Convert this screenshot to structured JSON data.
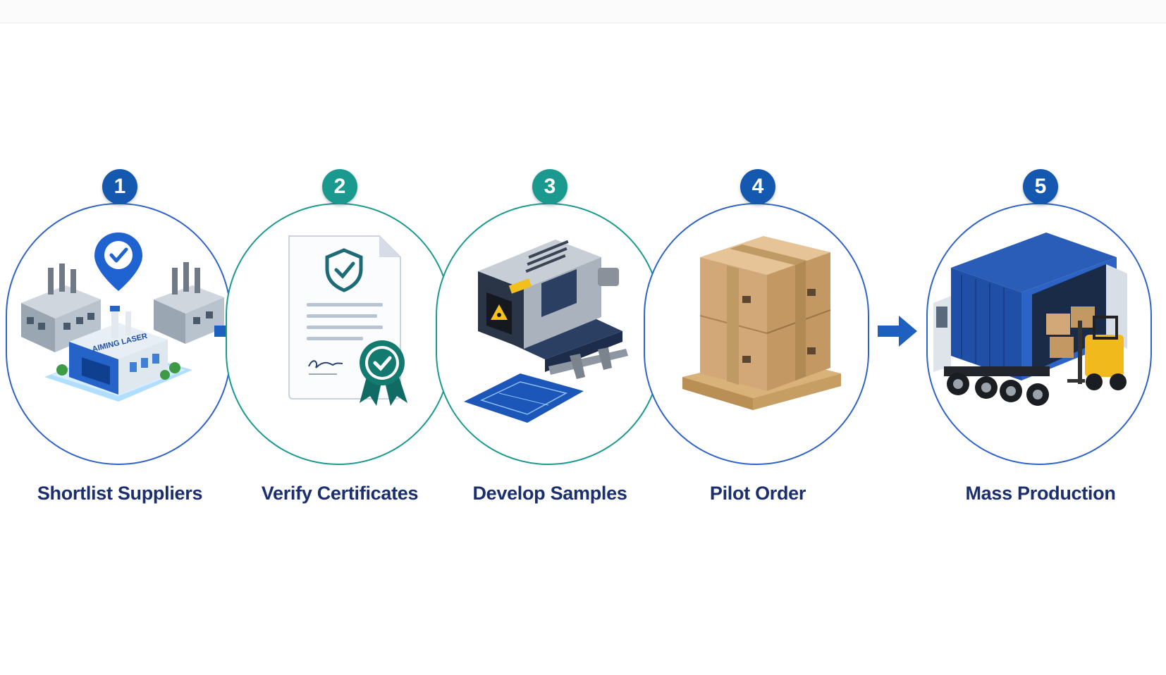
{
  "steps": [
    {
      "number": "1",
      "label": "Shortlist Suppliers",
      "badge_color": "#1558b0",
      "ring_color": "#2f63c9",
      "icon": "factory-location-icon",
      "sign_text": "AIMING LASER"
    },
    {
      "number": "2",
      "label": "Verify Certificates",
      "badge_color": "#1a9a8e",
      "ring_color": "#1a9a8e",
      "icon": "certificate-icon"
    },
    {
      "number": "3",
      "label": "Develop Samples",
      "badge_color": "#1a9a8e",
      "ring_color": "#1a9a8e",
      "icon": "laser-module-icon"
    },
    {
      "number": "4",
      "label": "Pilot Order",
      "badge_color": "#1558b0",
      "ring_color": "#2f63c9",
      "icon": "pallet-boxes-icon"
    },
    {
      "number": "5",
      "label": "Mass Production",
      "badge_color": "#1558b0",
      "ring_color": "#2f63c9",
      "icon": "container-truck-icon"
    }
  ],
  "arrow_colors": [
    "#1e5fc0",
    "#1a8aa8",
    "#1a8aa8",
    "#1e5fc0"
  ]
}
